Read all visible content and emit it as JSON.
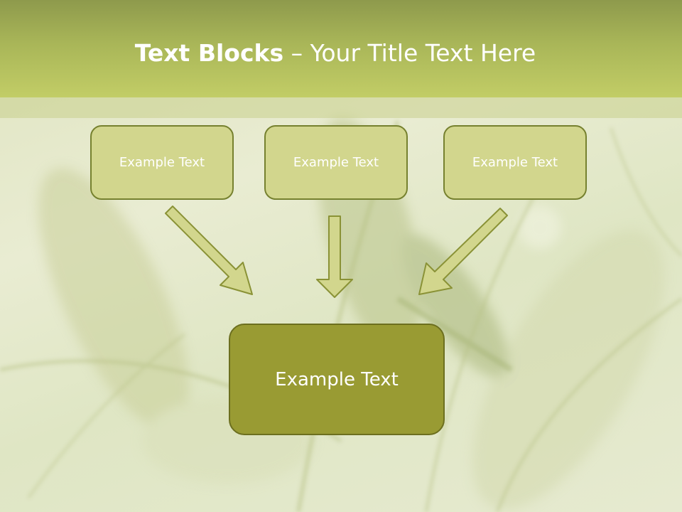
{
  "slide": {
    "title_bold": "Text Blocks",
    "title_rest": " – Your Title Text Here",
    "boxes": [
      {
        "label": "Example Text"
      },
      {
        "label": "Example Text"
      },
      {
        "label": "Example Text"
      }
    ],
    "main_box": {
      "label": "Example Text"
    }
  },
  "colors": {
    "header": "#a9b658",
    "box_fill": "#d2d68d",
    "box_border": "#76812f",
    "main_fill": "#999b33",
    "arrow_fill": "#d2d68d",
    "arrow_stroke": "#8a9236"
  }
}
